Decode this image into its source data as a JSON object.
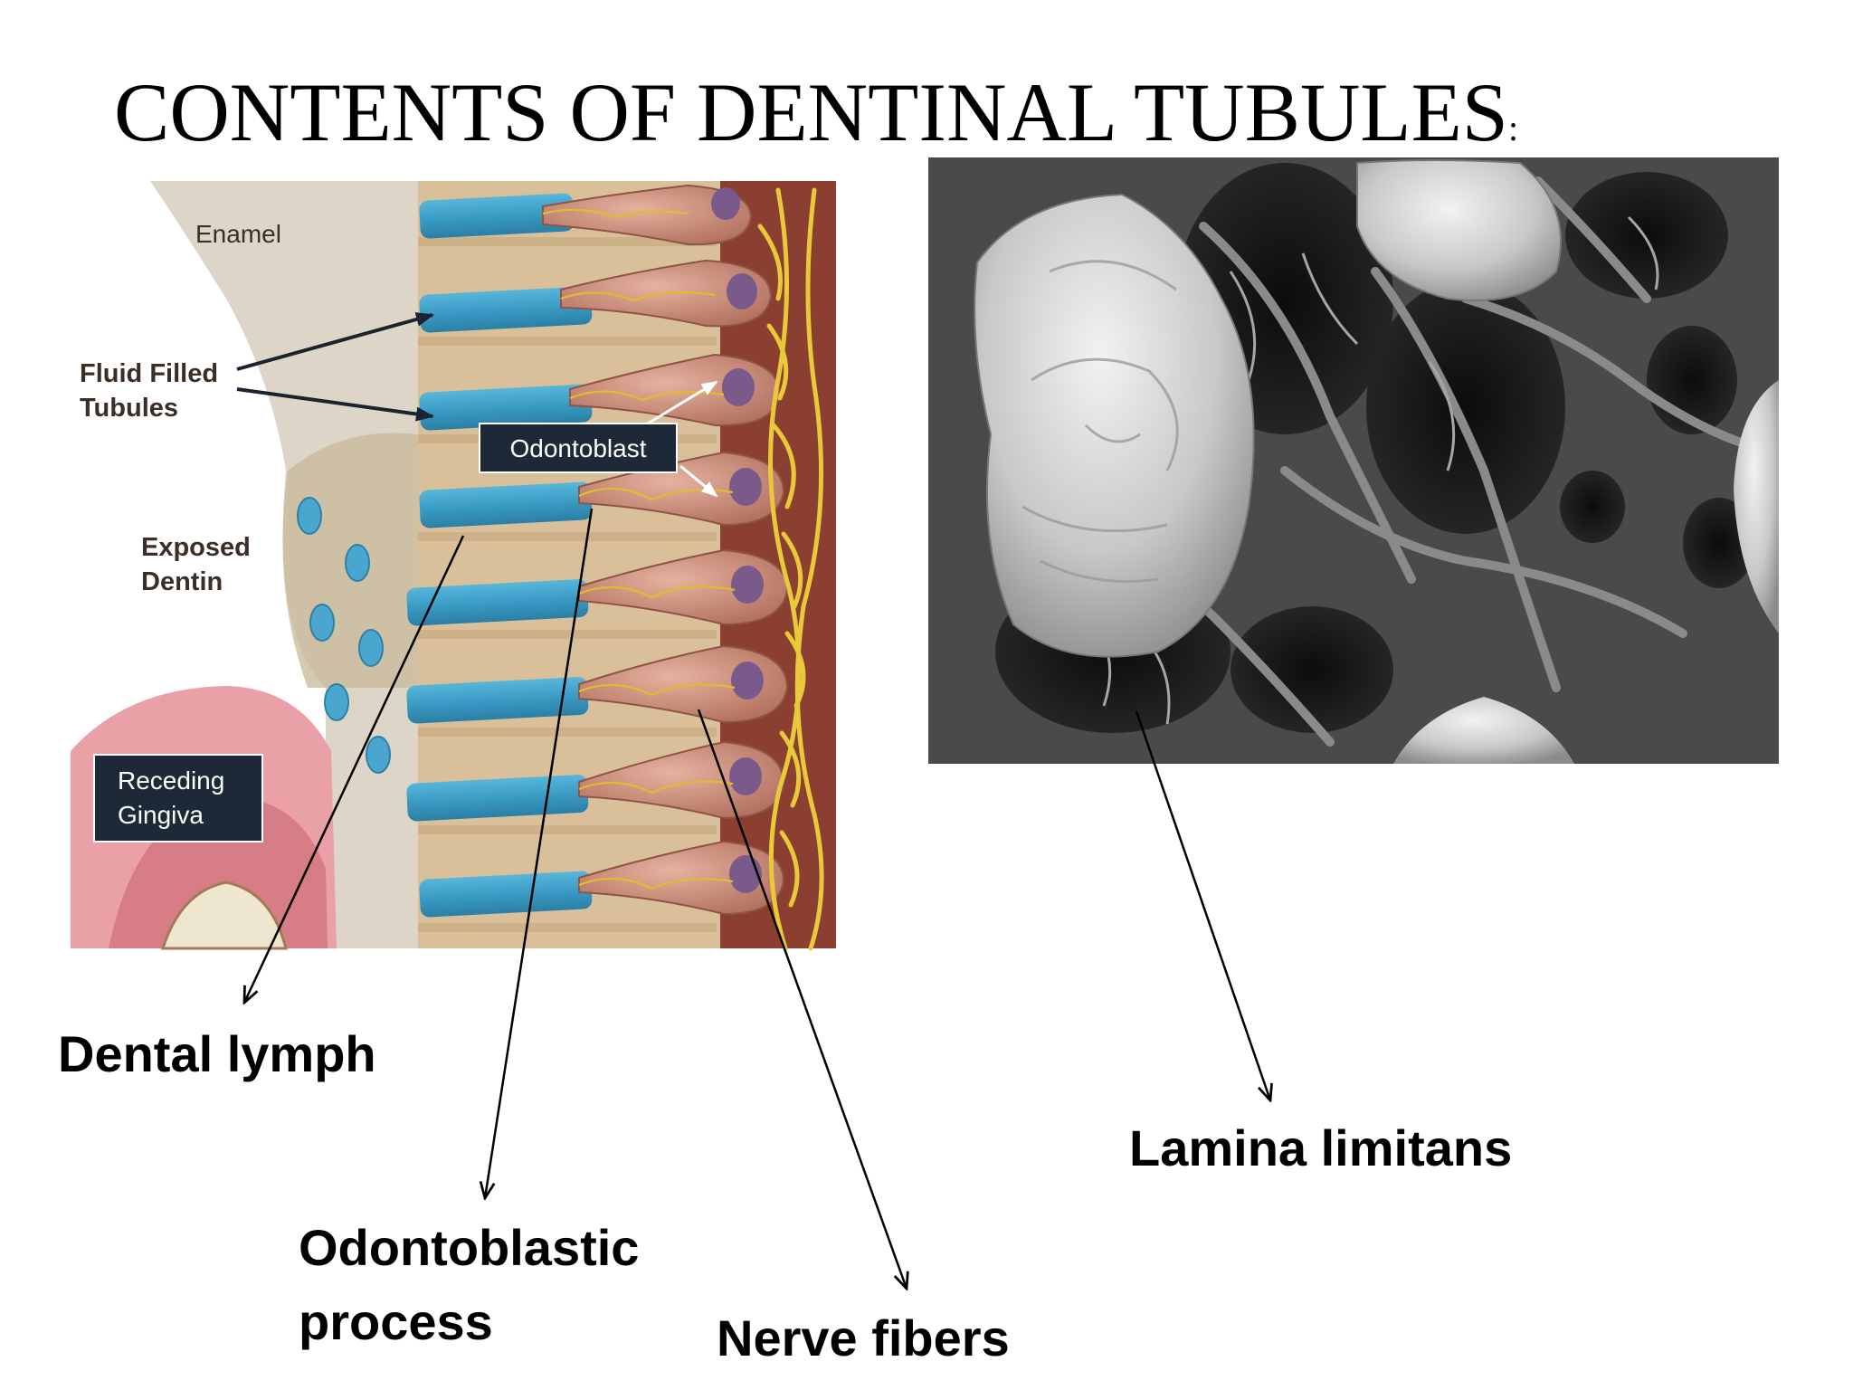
{
  "slide": {
    "title": "CONTENTS OF DENTINAL TUBULES",
    "title_suffix": ":"
  },
  "illustration": {
    "labels": {
      "enamel": "Enamel",
      "fluid_filled_line1": "Fluid Filled",
      "fluid_filled_line2": "Tubules",
      "odontoblast": "Odontoblast",
      "exposed_line1": "Exposed",
      "exposed_line2": "Dentin",
      "receding_line1": "Receding",
      "receding_line2": "Gingiva"
    },
    "colors": {
      "enamel": "#ddd6c8",
      "dentin": "#d9c09a",
      "tubule": "#3ea1c8",
      "odontoblast": "#c98874",
      "nucleus": "#7a5a8a",
      "nerve": "#e9c93a",
      "pulp": "#8b3f30",
      "gingiva": "#e9a0a6"
    }
  },
  "micrograph": {
    "colors": {
      "background": "#4a4a4a",
      "cell": "#d8d8d8"
    }
  },
  "callouts": {
    "dental_lymph": "Dental lymph",
    "odontoblastic_line1": "Odontoblastic",
    "odontoblastic_line2": "process",
    "nerve_fibers": "Nerve fibers",
    "lamina_limitans": "Lamina limitans"
  }
}
